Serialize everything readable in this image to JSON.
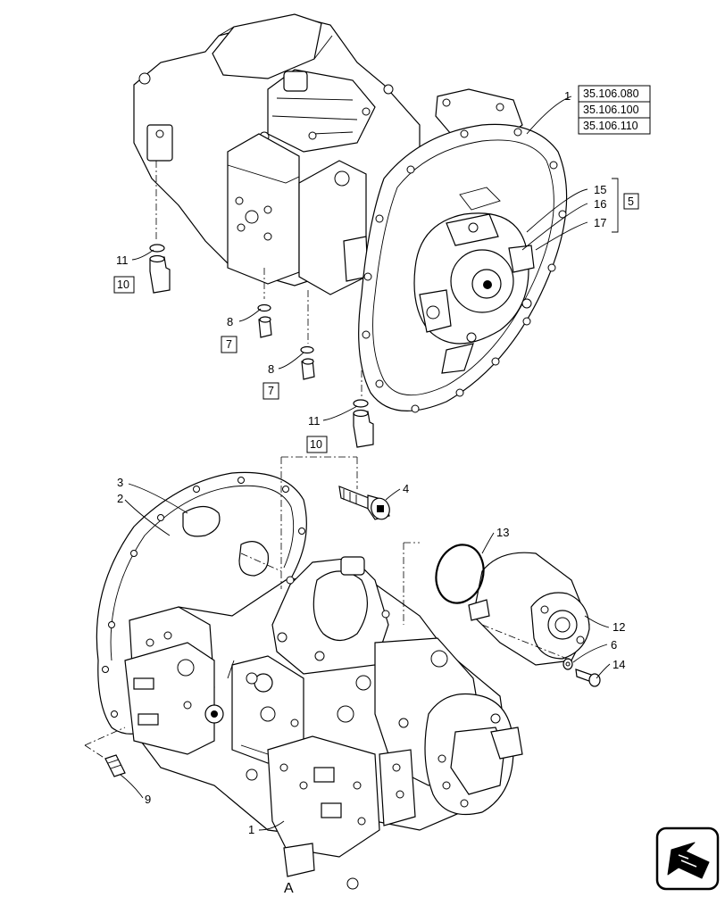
{
  "callouts": {
    "c1_top": "1",
    "c15": "15",
    "c16": "16",
    "c17": "17",
    "c11_left": "11",
    "c8_upper": "8",
    "c8_lower": "8",
    "c11_lower": "11",
    "c4": "4",
    "c3": "3",
    "c2": "2",
    "c13": "13",
    "c12": "12",
    "c6": "6",
    "c14": "14",
    "c9": "9",
    "c1_bottom": "1"
  },
  "boxed_refs": {
    "ref_35106080": "35.106.080",
    "ref_35106100": "35.106.100",
    "ref_35106110": "35.106.110",
    "r5": "5",
    "r10_left": "10",
    "r7_upper": "7",
    "r7_lower": "7",
    "r10_lower": "10"
  },
  "view_label": "A",
  "icons": {
    "navigation": "arrow-nav-icon"
  }
}
